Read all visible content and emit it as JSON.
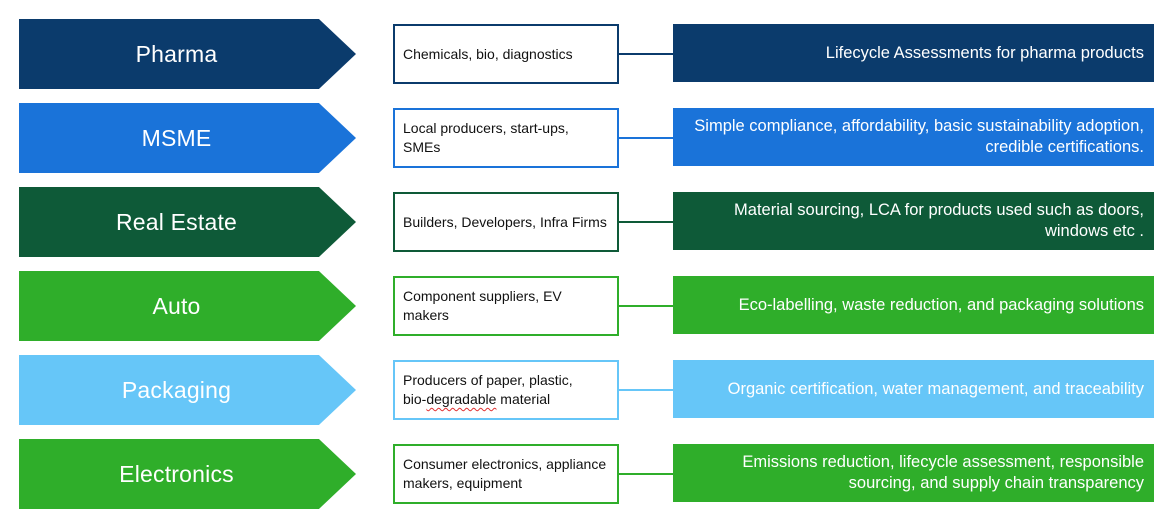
{
  "colors": {
    "pharma": "#0b3b6c",
    "msme": "#1a73d9",
    "real_estate": "#0e5a38",
    "auto": "#2fae2a",
    "packaging": "#66c6f8",
    "electronics": "#2fae2a"
  },
  "rows": [
    {
      "sector": "Pharma",
      "participants": "Chemicals, bio, diagnostics",
      "needs": "Lifecycle Assessments for pharma products"
    },
    {
      "sector": "MSME",
      "participants": "Local producers, start-ups, SMEs",
      "needs": "Simple compliance, affordability, basic sustainability adoption, credible certifications."
    },
    {
      "sector": "Real Estate",
      "participants": "Builders, Developers, Infra Firms",
      "needs": "Material sourcing, LCA for products used such as doors, windows etc ."
    },
    {
      "sector": "Auto",
      "participants": "Component suppliers, EV makers",
      "needs": "Eco-labelling, waste reduction, and packaging solutions"
    },
    {
      "sector": "Packaging",
      "participants_line1": "Producers of paper, plastic,",
      "participants_line2a": "bio-",
      "participants_line2b": "degradable",
      "participants_line2c": " material",
      "needs": "Organic certification, water management, and traceability"
    },
    {
      "sector": "Electronics",
      "participants": "Consumer electronics, appliance makers, equipment",
      "needs": "Emissions reduction, lifecycle assessment, responsible sourcing, and supply chain transparency"
    }
  ]
}
